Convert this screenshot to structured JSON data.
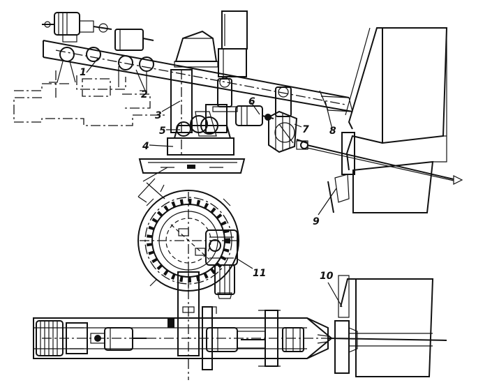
{
  "diagram": {
    "callouts": {
      "c1": "1",
      "c2": "2",
      "c3": "3",
      "c4": "4",
      "c5": "5",
      "c6": "6",
      "c7": "7",
      "c8": "8",
      "c9": "9",
      "c10": "10",
      "c11": "11"
    },
    "colors": {
      "ink": "#111111",
      "paper": "#ffffff"
    }
  }
}
